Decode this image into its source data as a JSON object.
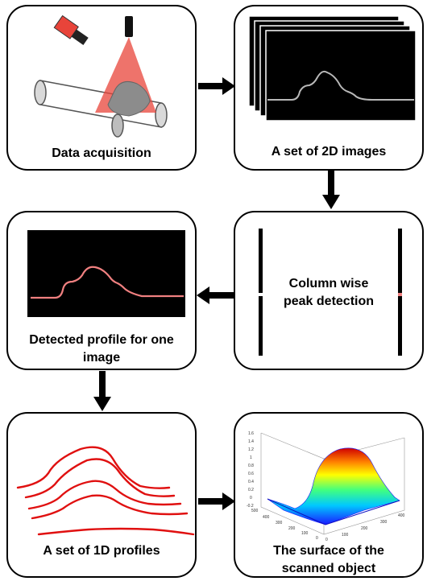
{
  "diagram": {
    "steps": [
      {
        "label": "Data acquisition"
      },
      {
        "label": "A set of 2D images"
      },
      {
        "label": "Column wise peak detection"
      },
      {
        "label": "Detected profile for one image"
      },
      {
        "label": "A set of 1D profiles"
      },
      {
        "label": "The surface of the scanned object"
      }
    ],
    "colors": {
      "laser": "#e8443a",
      "profile_line": "#e01010",
      "peak_mark": "#f08080",
      "image_bg": "#000000"
    },
    "surface_plot": {
      "z_ticks": [
        "1.6",
        "1.4",
        "1.2",
        "1",
        "0.8",
        "0.6",
        "0.4",
        "0.2",
        "0",
        "-0.2"
      ],
      "y_ticks": [
        "500",
        "400",
        "300",
        "200",
        "100",
        "0"
      ],
      "x_ticks": [
        "0",
        "100",
        "200",
        "300",
        "400"
      ]
    }
  }
}
